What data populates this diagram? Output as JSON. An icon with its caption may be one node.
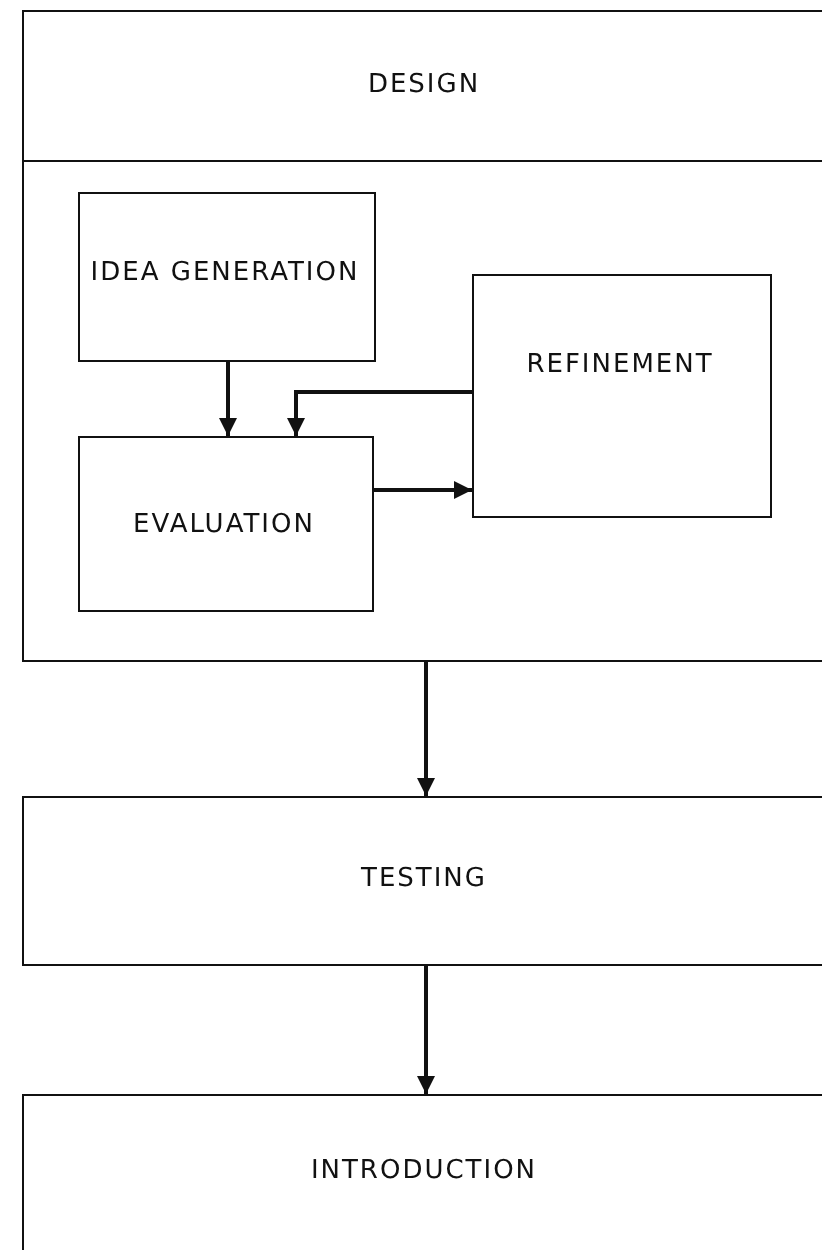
{
  "diagram": {
    "nodes": [
      {
        "text": [
          "DESIGN"
        ]
      },
      {
        "text": [
          "IDEA GENERATION"
        ],
        "in": 0
      },
      {
        "text": [
          "EVALUATION"
        ],
        "in": 0
      },
      {
        "text": [
          "REFINEMENT"
        ],
        "in": 0
      },
      {
        "text": [
          "TESTING"
        ]
      },
      {
        "text": [
          "INTRODUCTION"
        ]
      }
    ],
    "edges": [
      {
        "from": 1,
        "to": 2,
        "arrow": "to"
      },
      {
        "from": 3,
        "to": 2,
        "arrow": "to"
      },
      {
        "from": 2,
        "to": 3,
        "arrow": "to"
      },
      {
        "from": 0,
        "to": 4,
        "arrow": "to"
      },
      {
        "from": 4,
        "to": 5,
        "arrow": "to"
      }
    ]
  }
}
